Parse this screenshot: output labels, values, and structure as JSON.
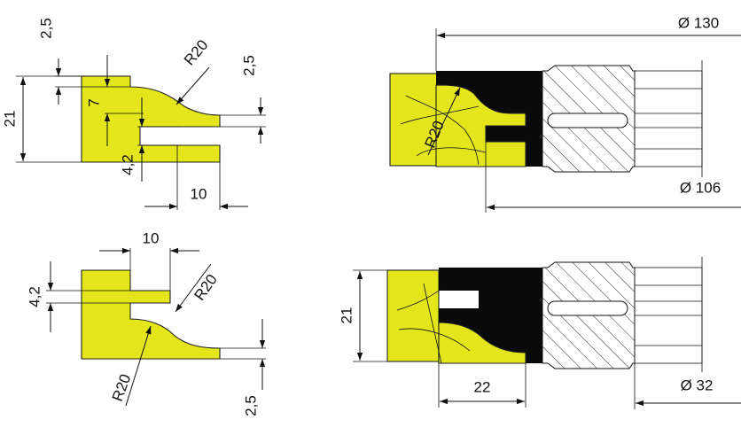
{
  "colors": {
    "workpiece": "#e4e61b",
    "cutter": "#0a0a0a",
    "line": "#111111",
    "background": "#ffffff"
  },
  "labels": {
    "tl_2_5_top": "2,5",
    "tl_21": "21",
    "tl_7": "7",
    "tl_r20": "R20",
    "tl_2_5_right": "2,5",
    "tl_4_2": "4,2",
    "tl_10": "10",
    "bl_10": "10",
    "bl_4_2": "4,2",
    "bl_r20_upper": "R20",
    "bl_r20_lower": "R20",
    "bl_2_5": "2,5",
    "tr_d130": "Ø 130",
    "tr_r20": "R20",
    "tr_d106": "Ø 106",
    "br_21": "21",
    "br_22": "22",
    "br_d32": "Ø 32"
  }
}
